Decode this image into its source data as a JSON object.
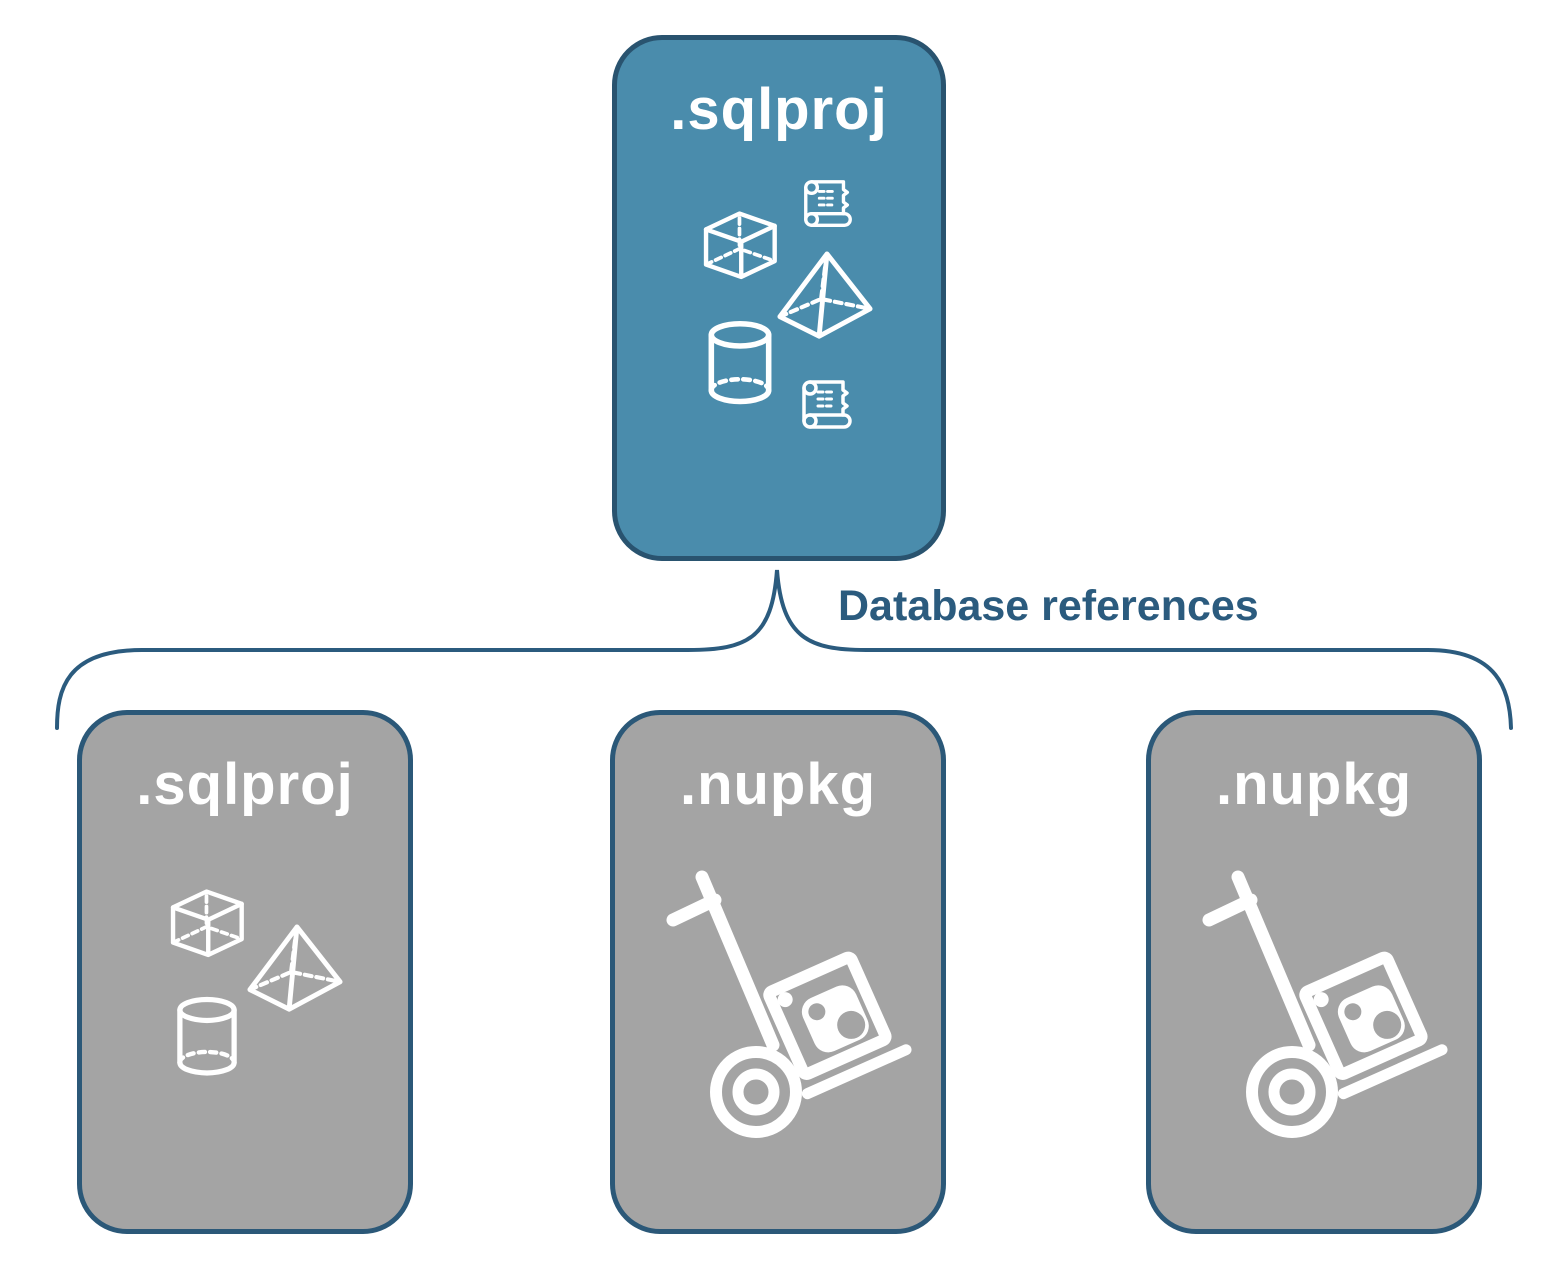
{
  "diagram": {
    "title_context": "SQL project database references diagram",
    "root": {
      "label": ".sqlproj",
      "kind": "sql-project",
      "icons": [
        "cube-icon",
        "scroll-icon",
        "pyramid-icon",
        "cylinder-icon",
        "scroll-icon"
      ]
    },
    "edge_label": "Database references",
    "children": [
      {
        "label": ".sqlproj",
        "kind": "sql-project",
        "icons": [
          "cube-icon",
          "pyramid-icon",
          "cylinder-icon"
        ]
      },
      {
        "label": ".nupkg",
        "kind": "nuget-package",
        "icons": [
          "nuget-handtruck-icon"
        ]
      },
      {
        "label": ".nupkg",
        "kind": "nuget-package",
        "icons": [
          "nuget-handtruck-icon"
        ]
      }
    ],
    "colors": {
      "root_fill": "#4A8CAC",
      "root_border": "#29536F",
      "child_fill": "#A4A4A4",
      "child_border": "#2B5878",
      "brace_stroke": "#2B5B7E",
      "edge_label_text": "#2B5B7E",
      "node_label_text": "#FFFFFF",
      "icon_stroke": "#FFFFFF",
      "background": "#FFFFFF"
    }
  }
}
